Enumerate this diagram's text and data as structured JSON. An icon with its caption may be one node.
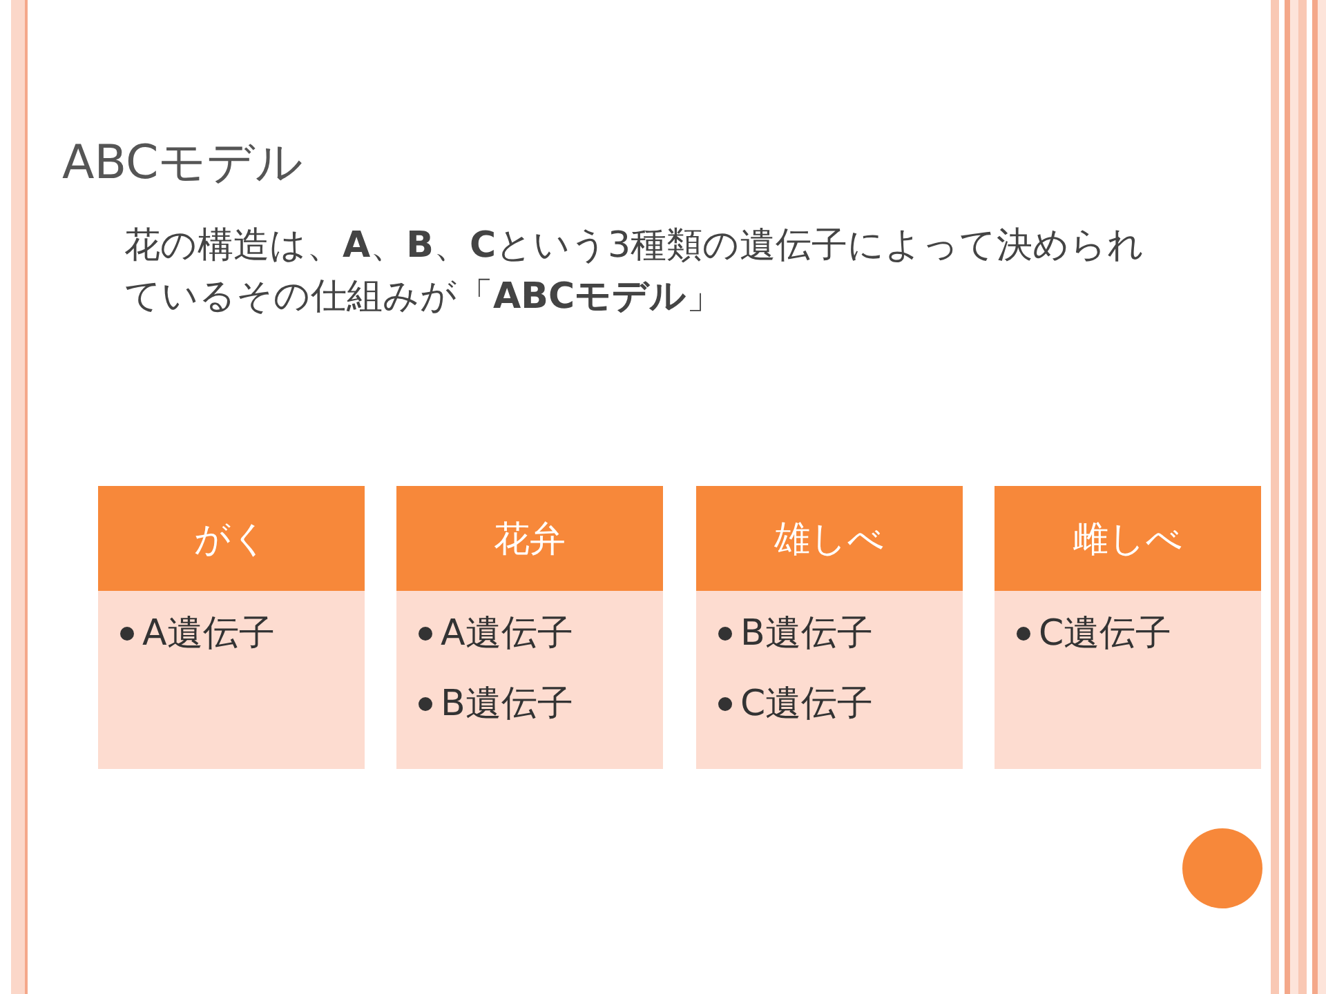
{
  "diagram": {
    "title": "ABCモデル",
    "nodes": [
      {
        "text": [
          "がく",
          "A遺伝子"
        ]
      },
      {
        "text": [
          "花弁",
          "A遺伝子",
          "B遺伝子"
        ]
      },
      {
        "text": [
          "雄しべ",
          "B遺伝子",
          "C遺伝子"
        ]
      },
      {
        "text": [
          "雌しべ",
          "C遺伝子"
        ]
      }
    ],
    "labels": [
      "花の構造は、**A**、**B**、**C**という3種類の遺伝子によって決められているその仕組みが「**ABCモデル**」"
    ]
  }
}
